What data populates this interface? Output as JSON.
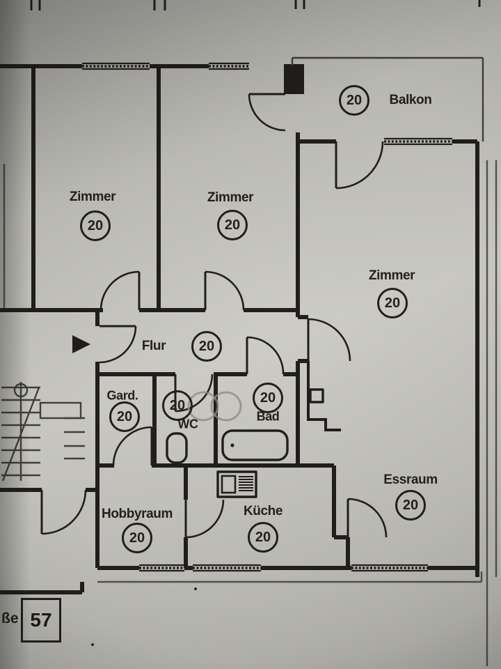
{
  "plan": {
    "rooms": {
      "zimmer_left": {
        "label": "Zimmer",
        "area": "20"
      },
      "zimmer_mid": {
        "label": "Zimmer",
        "area": "20"
      },
      "zimmer_right": {
        "label": "Zimmer",
        "area": "20"
      },
      "balkon": {
        "label": "Balkon",
        "area": "20"
      },
      "flur": {
        "label": "Flur",
        "area": "20"
      },
      "gard": {
        "label": "Gard.",
        "area": "20"
      },
      "wc": {
        "label": "WC",
        "area": "20"
      },
      "bad": {
        "label": "Bad",
        "area": "20"
      },
      "essraum": {
        "label": "Essraum",
        "area": "20"
      },
      "hobbyraum": {
        "label": "Hobbyraum",
        "area": "20"
      },
      "kueche": {
        "label": "Küche",
        "area": "20"
      }
    },
    "address": {
      "street_suffix": "ße",
      "house_number": "57"
    },
    "colors": {
      "ink": "#211f1c",
      "paper": "#c6c5bf",
      "ghost_fixture": "#8d8b82"
    }
  }
}
